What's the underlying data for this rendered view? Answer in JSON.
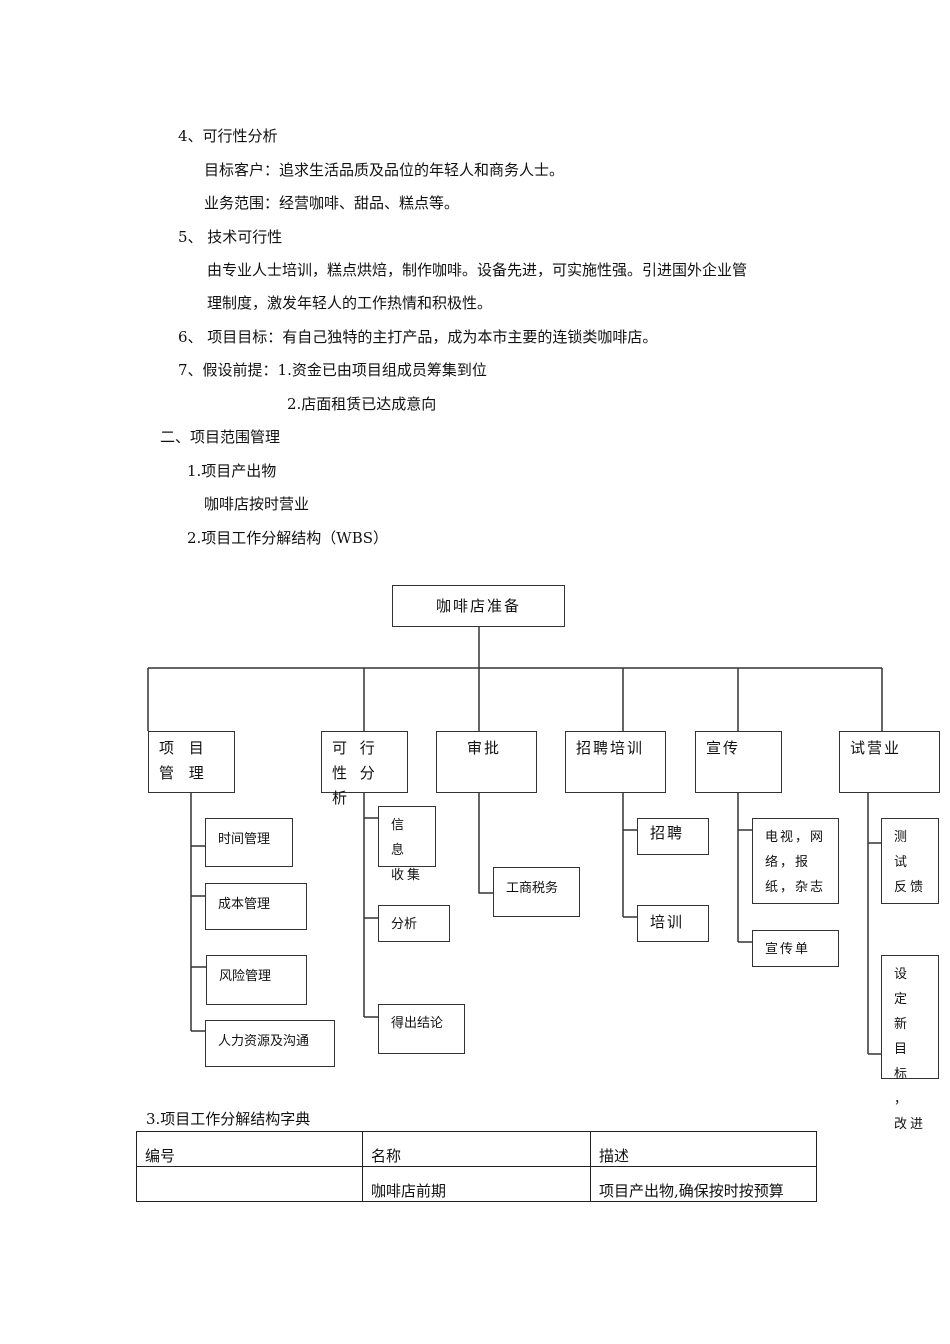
{
  "lines": [
    "4、可行性分析",
    "目标客户：追求生活品质及品位的年轻人和商务人士。",
    "业务范围：经营咖啡、甜品、糕点等。",
    "5、 技术可行性",
    "由专业人士培训，糕点烘焙，制作咖啡。设备先进，可实施性强。引进国外企业管",
    "理制度，激发年轻人的工作热情和积极性。",
    "6、 项目目标：有自己独特的主打产品，成为本市主要的连锁类咖啡店。",
    "7、假设前提：1.资金已由项目组成员筹集到位",
    "2.店面租赁已达成意向",
    "二、项目范围管理",
    "1.项目产出物",
    "咖啡店按时营业",
    "2.项目工作分解结构（WBS）"
  ],
  "wbs": {
    "root": "咖啡店准备",
    "groups": [
      {
        "label": "项 目 管 理",
        "children": [
          "时间管理",
          "成本管理",
          "风险管理",
          "人力资源及沟通"
        ]
      },
      {
        "label": "可 行 性 分析",
        "children": [
          "信 息 收集",
          "分析",
          "得出结论"
        ]
      },
      {
        "label": "审批",
        "children": [
          "工商税务"
        ]
      },
      {
        "label": "招聘培训",
        "children": [
          "招聘",
          "培训"
        ]
      },
      {
        "label": "宣传",
        "children": [
          "电视，网络，报纸，杂志",
          "宣传单"
        ]
      },
      {
        "label": "试营业",
        "children": [
          "测 试 反馈",
          "设 定 新 目 标 ， 改进"
        ]
      }
    ]
  },
  "dictionary": {
    "title": "3.项目工作分解结构字典",
    "headers": [
      "编号",
      "名称",
      "描述"
    ],
    "rows": [
      [
        "",
        "咖啡店前期",
        "项目产出物,确保按时按预算"
      ]
    ]
  }
}
